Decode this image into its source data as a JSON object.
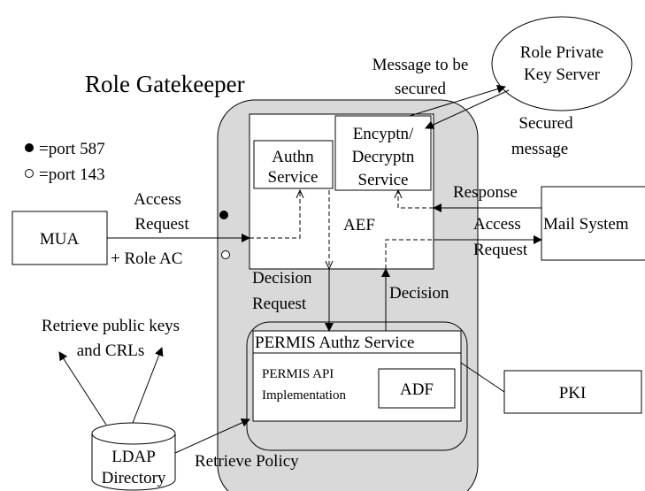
{
  "title": "Role Gatekeeper",
  "legend": {
    "filled_label": "=port 587",
    "hollow_label": "=port 143"
  },
  "nodes": {
    "mua": "MUA",
    "mail_system": "Mail System",
    "pki": "PKI",
    "role_key_server": [
      "Role Private",
      "Key Server"
    ],
    "authn_service": [
      "Authn",
      "Service"
    ],
    "crypto_service": [
      "Encyptn/",
      "Decryptn",
      "Service"
    ],
    "aef": "AEF",
    "permis_service": "PERMIS Authz Service",
    "permis_api": [
      "PERMIS API",
      "Implementation"
    ],
    "adf": "ADF",
    "ldap": [
      "LDAP",
      "Directory"
    ]
  },
  "labels": {
    "message_to_secure": [
      "Message to be",
      "secured"
    ],
    "secured_message": [
      "Secured",
      "message"
    ],
    "access_request_in": [
      "Access",
      "Request"
    ],
    "role_ac": "+ Role AC",
    "response": "Response",
    "access_request_out": [
      "Access",
      "Request"
    ],
    "decision_request": [
      "Decision",
      "Request"
    ],
    "decision": "Decision",
    "retrieve_keys": [
      "Retrieve public keys",
      "and CRLs"
    ],
    "retrieve_policy": "Retrieve Policy"
  },
  "colors": {
    "gatekeeper_fill": "#d9d9d9",
    "box_fill": "#ffffff",
    "stroke": "#000000"
  }
}
